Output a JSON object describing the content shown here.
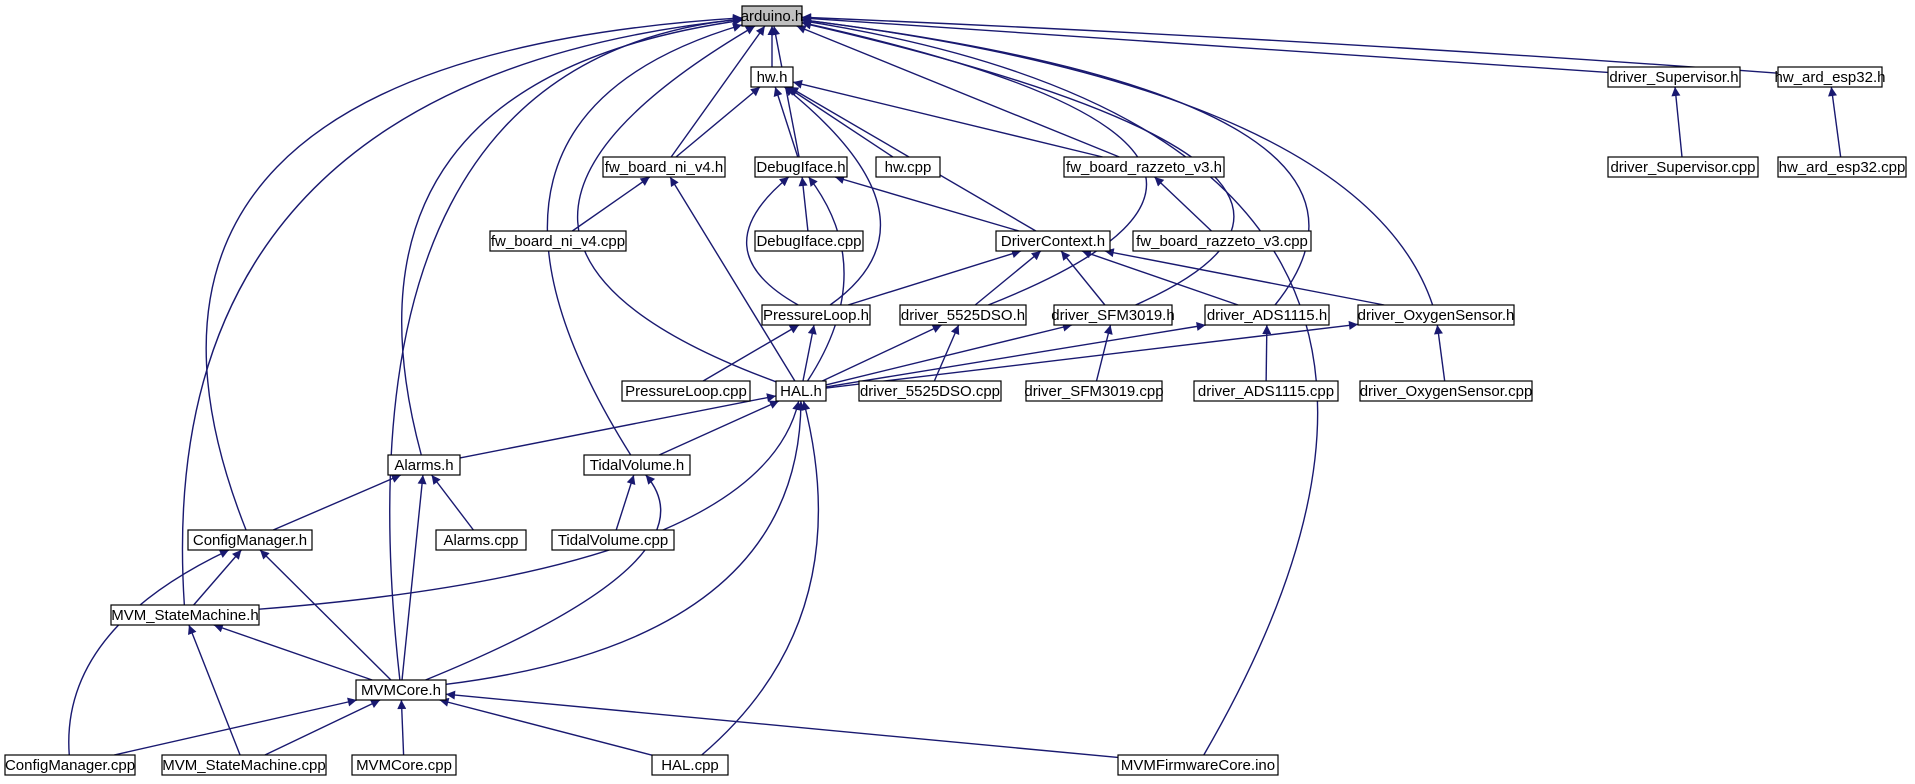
{
  "graph_title": "",
  "nodes": {
    "arduino_h": "arduino.h",
    "hw_h": "hw.h",
    "driver_supervisor_h": "driver_Supervisor.h",
    "hw_ard_esp32_h": "hw_ard_esp32.h",
    "driver_supervisor_cpp": "driver_Supervisor.cpp",
    "hw_ard_esp32_cpp": "hw_ard_esp32.cpp",
    "fw_board_ni_v4_h": "fw_board_ni_v4.h",
    "debugiface_h": "DebugIface.h",
    "hw_cpp": "hw.cpp",
    "fw_board_razzeto_v3_h": "fw_board_razzeto_v3.h",
    "fw_board_ni_v4_cpp": "fw_board_ni_v4.cpp",
    "debugiface_cpp": "DebugIface.cpp",
    "drivercontext_h": "DriverContext.h",
    "fw_board_razzeto_v3_cpp": "fw_board_razzeto_v3.cpp",
    "pressureloop_h": "PressureLoop.h",
    "driver_5525dso_h": "driver_5525DSO.h",
    "driver_sfm3019_h": "driver_SFM3019.h",
    "driver_ads1115_h": "driver_ADS1115.h",
    "driver_oxygensensor_h": "driver_OxygenSensor.h",
    "pressureloop_cpp": "PressureLoop.cpp",
    "hal_h": "HAL.h",
    "driver_5525dso_cpp": "driver_5525DSO.cpp",
    "driver_sfm3019_cpp": "driver_SFM3019.cpp",
    "driver_ads1115_cpp": "driver_ADS1115.cpp",
    "driver_oxygensensor_cpp": "driver_OxygenSensor.cpp",
    "alarms_h": "Alarms.h",
    "tidalvolume_h": "TidalVolume.h",
    "configmanager_h": "ConfigManager.h",
    "alarms_cpp": "Alarms.cpp",
    "tidalvolume_cpp": "TidalVolume.cpp",
    "mvm_statemachine_h": "MVM_StateMachine.h",
    "mvmcore_h": "MVMCore.h",
    "configmanager_cpp": "ConfigManager.cpp",
    "mvm_statemachine_cpp": "MVM_StateMachine.cpp",
    "mvmcore_cpp": "MVMCore.cpp",
    "hal_cpp": "HAL.cpp",
    "mvmfirmwarecore_ino": "MVMFirmwareCore.ino"
  },
  "colors": {
    "edge": "#191970",
    "root_fill": "#bfbfbf",
    "node_fill": "#ffffff",
    "border": "#000000"
  }
}
